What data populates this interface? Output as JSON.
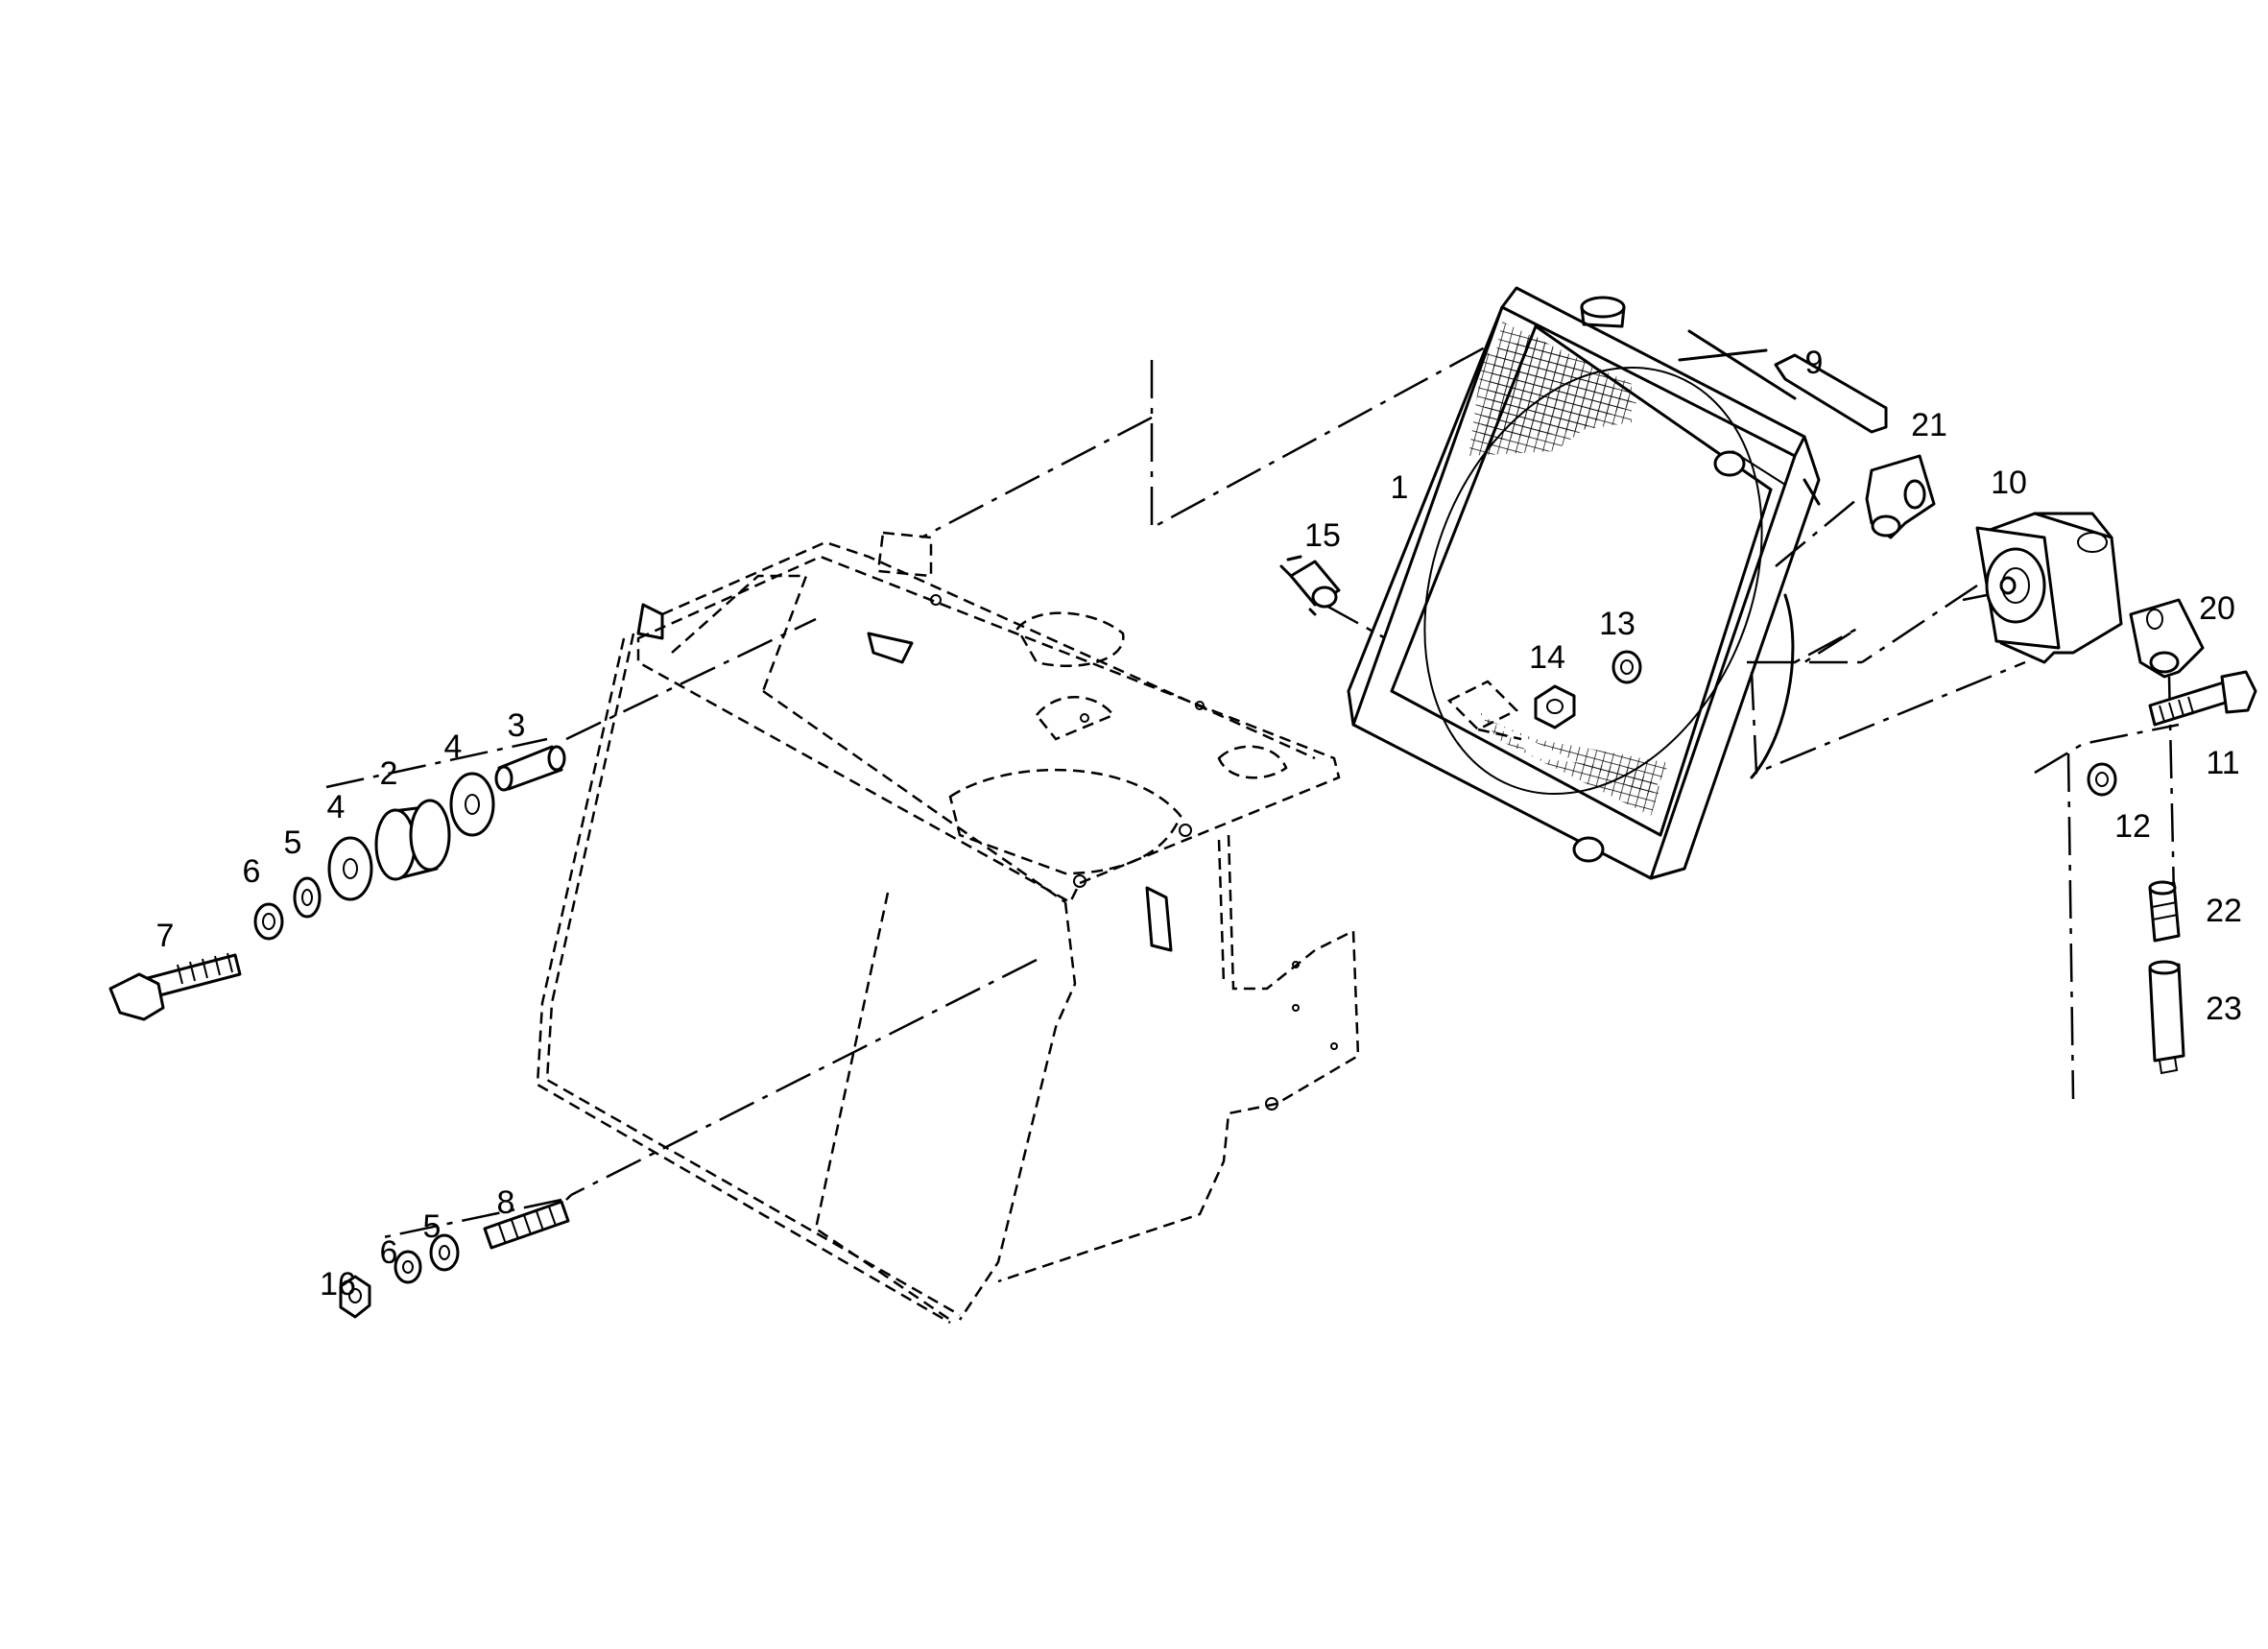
{
  "callouts": [
    {
      "id": "1",
      "text": "1"
    },
    {
      "id": "2",
      "text": "2"
    },
    {
      "id": "3",
      "text": "3"
    },
    {
      "id": "4a",
      "text": "4"
    },
    {
      "id": "4b",
      "text": "4"
    },
    {
      "id": "5a",
      "text": "5"
    },
    {
      "id": "5b",
      "text": "5"
    },
    {
      "id": "6a",
      "text": "6"
    },
    {
      "id": "6b",
      "text": "6"
    },
    {
      "id": "7",
      "text": "7"
    },
    {
      "id": "8",
      "text": "8"
    },
    {
      "id": "9",
      "text": "9"
    },
    {
      "id": "10",
      "text": "10"
    },
    {
      "id": "11",
      "text": "11"
    },
    {
      "id": "12",
      "text": "12"
    },
    {
      "id": "13",
      "text": "13"
    },
    {
      "id": "14",
      "text": "14"
    },
    {
      "id": "15",
      "text": "15"
    },
    {
      "id": "16",
      "text": "16"
    },
    {
      "id": "20",
      "text": "20"
    },
    {
      "id": "21",
      "text": "21"
    },
    {
      "id": "22",
      "text": "22"
    },
    {
      "id": "23",
      "text": "23"
    }
  ],
  "colors": {
    "line": "#000000",
    "background": "#ffffff"
  }
}
